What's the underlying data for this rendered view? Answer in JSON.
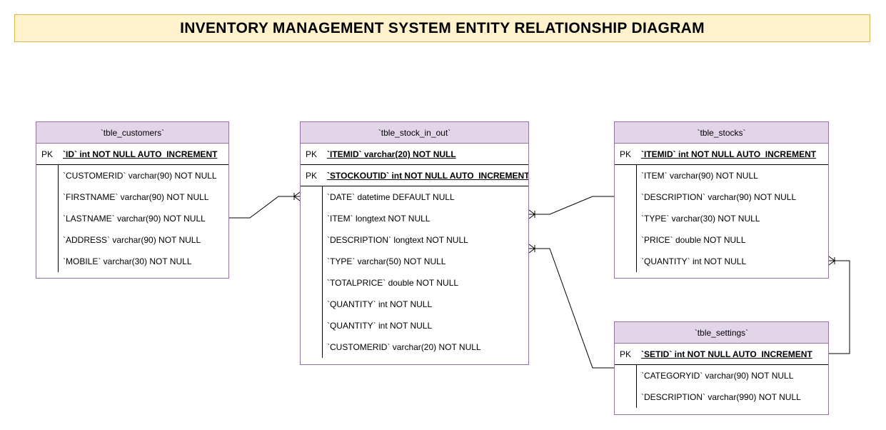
{
  "title": "INVENTORY MANAGEMENT SYSTEM ENTITY RELATIONSHIP DIAGRAM",
  "colors": {
    "title_fill": "#fff2cc",
    "title_border": "#d6b656",
    "header_fill": "#e1d5e7",
    "header_border": "#9673a6"
  },
  "entities": {
    "customers": {
      "name": "`tble_customers`",
      "pk_rows": [
        {
          "key": "PK",
          "field": "`ID` int NOT NULL AUTO_INCREMENT"
        }
      ],
      "rows": [
        "`CUSTOMERID` varchar(90) NOT NULL",
        "`FIRSTNAME` varchar(90) NOT NULL",
        "`LASTNAME` varchar(90) NOT NULL",
        "`ADDRESS` varchar(90) NOT NULL",
        "`MOBILE` varchar(30) NOT NULL"
      ]
    },
    "stock_in_out": {
      "name": "`tble_stock_in_out`",
      "pk_rows": [
        {
          "key": "PK",
          "field": "`ITEMID` varchar(20) NOT NULL"
        },
        {
          "key": "PK",
          "field": "`STOCKOUTID` int NOT NULL AUTO_INCREMENT"
        }
      ],
      "rows": [
        "`DATE` datetime DEFAULT NULL",
        "`ITEM` longtext NOT NULL",
        "`DESCRIPTION` longtext NOT NULL",
        "`TYPE` varchar(50) NOT NULL",
        "`TOTALPRICE` double NOT NULL",
        "`QUANTITY` int NOT NULL",
        "`QUANTITY` int NOT NULL",
        "`CUSTOMERID` varchar(20) NOT NULL"
      ]
    },
    "stocks": {
      "name": "`tble_stocks`",
      "pk_rows": [
        {
          "key": "PK",
          "field": "`ITEMID` int NOT NULL AUTO_INCREMENT"
        }
      ],
      "rows": [
        "`ITEM` varchar(90) NOT NULL",
        "`DESCRIPTION` varchar(90) NOT NULL",
        "`TYPE` varchar(30) NOT NULL",
        "`PRICE` double NOT NULL",
        "`QUANTITY` int NOT NULL"
      ]
    },
    "settings": {
      "name": "`tble_settings`",
      "pk_rows": [
        {
          "key": "PK",
          "field": "`SETID` int NOT NULL AUTO_INCREMENT"
        }
      ],
      "rows": [
        "`CATEGORYID` varchar(90) NOT NULL",
        "`DESCRIPTION` varchar(990) NOT NULL"
      ]
    }
  }
}
